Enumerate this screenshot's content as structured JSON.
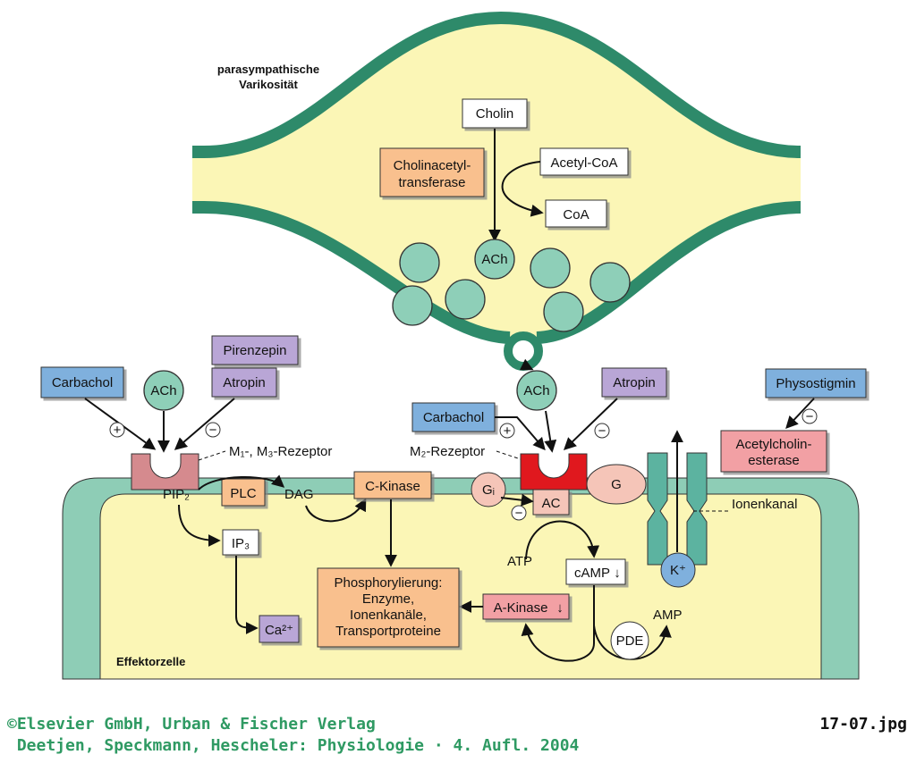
{
  "varicosity_title": [
    "parasympathische",
    "Varikosität"
  ],
  "presynaptic": {
    "cholin": "Cholin",
    "enzyme": [
      "Cholinacetyl-",
      "transferase"
    ],
    "acetyl_coa": "Acetyl-CoA",
    "coa": "CoA",
    "vesicle_label": "ACh"
  },
  "left_receptor": {
    "carbachol": "Carbachol",
    "ach": "ACh",
    "pirenzepin": "Pirenzepin",
    "atropin": "Atropin",
    "plus": "+",
    "minus": "−",
    "receptor_label": "M₁-, M₃-Rezeptor"
  },
  "right_receptor": {
    "carbachol": "Carbachol",
    "ach": "ACh",
    "atropin": "Atropin",
    "plus": "+",
    "minus": "−",
    "receptor_label": "M₂-Rezeptor"
  },
  "esterase": {
    "physostigmin": "Physostigmin",
    "minus": "−",
    "enzyme": [
      "Acetylcholin-",
      "esterase"
    ]
  },
  "cell": {
    "pip2": "PIP₂",
    "plc": "PLC",
    "dag": "DAG",
    "ckinase": "C-Kinase",
    "ip3": "IP₃",
    "ca": "Ca²⁺",
    "phospho": [
      "Phosphorylierung:",
      "Enzyme,",
      "Ionenkanäle,",
      "Transportproteine"
    ],
    "gi": "Gᵢ",
    "ac": "AC",
    "g": "G",
    "atp": "ATP",
    "camp": "cAMP",
    "akinase": "A-Kinase",
    "pde": "PDE",
    "amp": "AMP",
    "k": "K⁺",
    "ionenkanal": "Ionenkanal",
    "minus": "−",
    "down_arrow": "↓",
    "effektorzelle": "Effektorzelle"
  },
  "footer": {
    "line1": "©Elsevier GmbH, Urban & Fischer Verlag",
    "line2": " Deetjen, Speckmann, Hescheler: Physiologie · 4. Aufl. 2004",
    "filename": "17-07.jpg"
  },
  "colors": {
    "membrane": "#2e8a6a",
    "cytoplasm": "#fbf6b6",
    "cell_membrane": "#8ecdb6",
    "vesicle": "#8ecfb8",
    "drug_blue": "#7fb0dd",
    "antagonist_purple": "#b9a6d6",
    "enzyme_orange": "#f9c08e",
    "esterase_pink": "#f2a0a4",
    "receptor_red": "#e0181e",
    "receptor_pink": "#d58a8e",
    "footer_green": "#2f9a63"
  }
}
